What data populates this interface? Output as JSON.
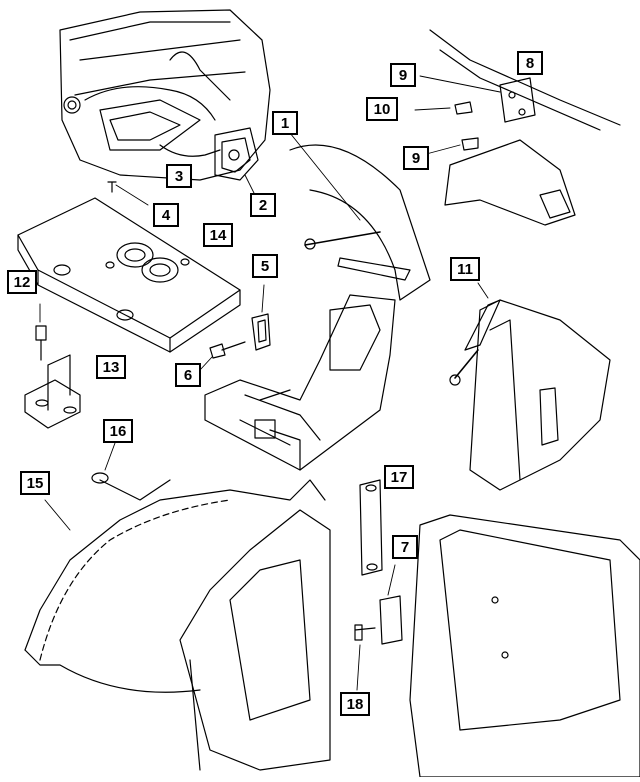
{
  "diagram": {
    "callouts": [
      {
        "id": "c1",
        "label": "1"
      },
      {
        "id": "c2",
        "label": "2"
      },
      {
        "id": "c3",
        "label": "3"
      },
      {
        "id": "c4",
        "label": "4"
      },
      {
        "id": "c5",
        "label": "5"
      },
      {
        "id": "c6",
        "label": "6"
      },
      {
        "id": "c7",
        "label": "7"
      },
      {
        "id": "c8",
        "label": "8"
      },
      {
        "id": "c9a",
        "label": "9"
      },
      {
        "id": "c9b",
        "label": "9"
      },
      {
        "id": "c10",
        "label": "10"
      },
      {
        "id": "c11",
        "label": "11"
      },
      {
        "id": "c12",
        "label": "12"
      },
      {
        "id": "c13",
        "label": "13"
      },
      {
        "id": "c14",
        "label": "14"
      },
      {
        "id": "c15",
        "label": "15"
      },
      {
        "id": "c16",
        "label": "16"
      },
      {
        "id": "c17",
        "label": "17"
      },
      {
        "id": "c18",
        "label": "18"
      }
    ]
  }
}
